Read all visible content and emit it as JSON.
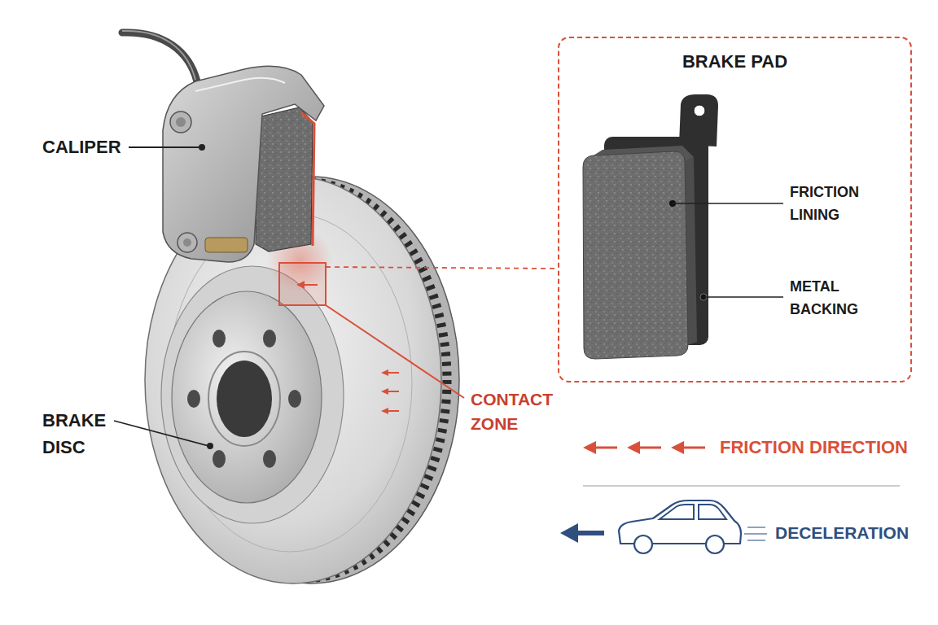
{
  "diagram": {
    "nodes": [
      {
        "text": [
          "BRAKE PAD"
        ]
      }
    ],
    "labels": [
      "CALIPER",
      "BRAKE DISC",
      "CONTACT ZONE",
      "FRICTION LINING",
      "METAL BACKING"
    ],
    "legend": [
      {
        "text": "FRICTION DIRECTION"
      },
      {
        "text": "DECELERATION"
      }
    ]
  }
}
